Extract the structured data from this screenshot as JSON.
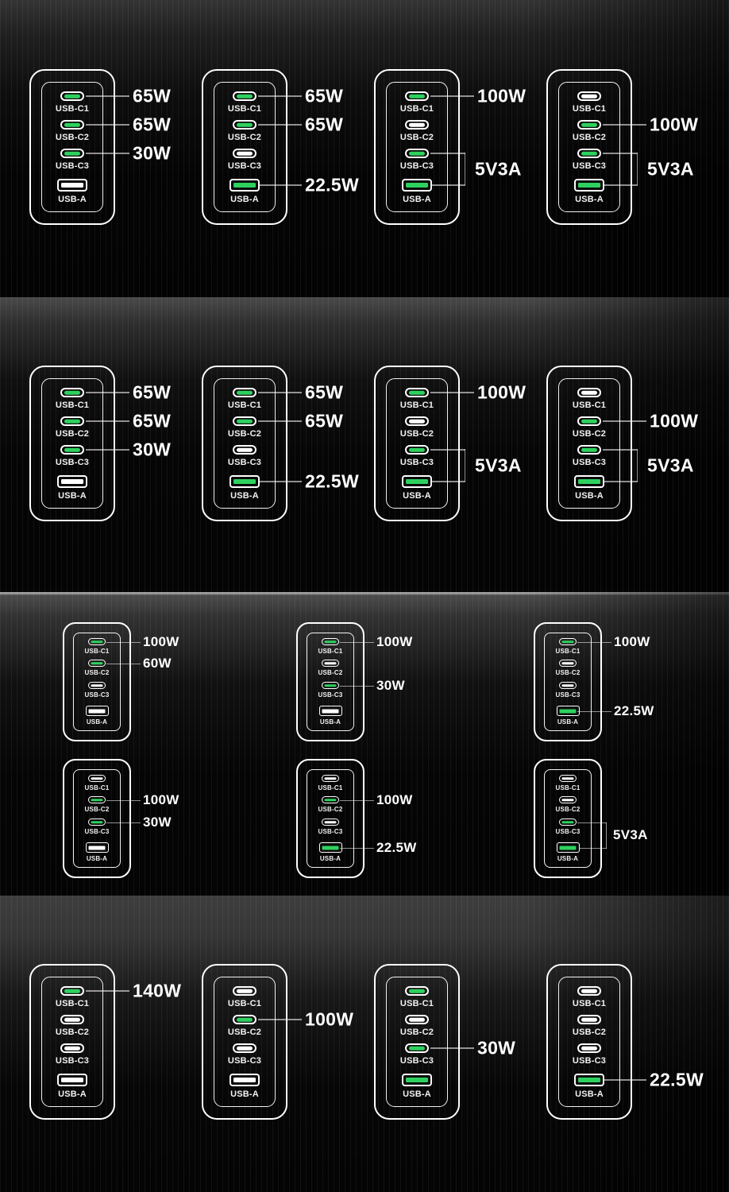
{
  "colors": {
    "active_green": "#2ed15e",
    "port_white": "#ffffff"
  },
  "sections": [
    {
      "name": "section-1",
      "chargers": [
        {
          "slot": "a",
          "size": "large",
          "bracket": null,
          "ports": [
            {
              "label": "USB-C1",
              "kind": "usb-c",
              "active": true,
              "watt": "65W"
            },
            {
              "label": "USB-C2",
              "kind": "usb-c",
              "active": true,
              "watt": "65W"
            },
            {
              "label": "USB-C3",
              "kind": "usb-c",
              "active": true,
              "watt": "30W"
            },
            {
              "label": "USB-A",
              "kind": "usb-a",
              "active": false,
              "watt": null
            }
          ]
        },
        {
          "slot": "b",
          "size": "large",
          "bracket": null,
          "ports": [
            {
              "label": "USB-C1",
              "kind": "usb-c",
              "active": true,
              "watt": "65W"
            },
            {
              "label": "USB-C2",
              "kind": "usb-c",
              "active": true,
              "watt": "65W"
            },
            {
              "label": "USB-C3",
              "kind": "usb-c",
              "active": false,
              "watt": null
            },
            {
              "label": "USB-A",
              "kind": "usb-a",
              "active": true,
              "watt": "22.5W"
            }
          ]
        },
        {
          "slot": "c",
          "size": "large",
          "bracket": {
            "watt": "5V3A",
            "from": 2,
            "to": 3
          },
          "ports": [
            {
              "label": "USB-C1",
              "kind": "usb-c",
              "active": true,
              "watt": "100W"
            },
            {
              "label": "USB-C2",
              "kind": "usb-c",
              "active": false,
              "watt": null
            },
            {
              "label": "USB-C3",
              "kind": "usb-c",
              "active": true,
              "watt": null
            },
            {
              "label": "USB-A",
              "kind": "usb-a",
              "active": true,
              "watt": null
            }
          ]
        },
        {
          "slot": "d",
          "size": "large",
          "bracket": {
            "watt": "5V3A",
            "from": 2,
            "to": 3
          },
          "ports": [
            {
              "label": "USB-C1",
              "kind": "usb-c",
              "active": false,
              "watt": null
            },
            {
              "label": "USB-C2",
              "kind": "usb-c",
              "active": true,
              "watt": "100W"
            },
            {
              "label": "USB-C3",
              "kind": "usb-c",
              "active": true,
              "watt": null
            },
            {
              "label": "USB-A",
              "kind": "usb-a",
              "active": true,
              "watt": null
            }
          ]
        }
      ]
    },
    {
      "name": "section-2",
      "chargers": [
        {
          "slot": "a",
          "size": "large",
          "bracket": null,
          "ports": [
            {
              "label": "USB-C1",
              "kind": "usb-c",
              "active": true,
              "watt": "65W"
            },
            {
              "label": "USB-C2",
              "kind": "usb-c",
              "active": true,
              "watt": "65W"
            },
            {
              "label": "USB-C3",
              "kind": "usb-c",
              "active": true,
              "watt": "30W"
            },
            {
              "label": "USB-A",
              "kind": "usb-a",
              "active": false,
              "watt": null
            }
          ]
        },
        {
          "slot": "b",
          "size": "large",
          "bracket": null,
          "ports": [
            {
              "label": "USB-C1",
              "kind": "usb-c",
              "active": true,
              "watt": "65W"
            },
            {
              "label": "USB-C2",
              "kind": "usb-c",
              "active": true,
              "watt": "65W"
            },
            {
              "label": "USB-C3",
              "kind": "usb-c",
              "active": false,
              "watt": null
            },
            {
              "label": "USB-A",
              "kind": "usb-a",
              "active": true,
              "watt": "22.5W"
            }
          ]
        },
        {
          "slot": "c",
          "size": "large",
          "bracket": {
            "watt": "5V3A",
            "from": 2,
            "to": 3
          },
          "ports": [
            {
              "label": "USB-C1",
              "kind": "usb-c",
              "active": true,
              "watt": "100W"
            },
            {
              "label": "USB-C2",
              "kind": "usb-c",
              "active": false,
              "watt": null
            },
            {
              "label": "USB-C3",
              "kind": "usb-c",
              "active": true,
              "watt": null
            },
            {
              "label": "USB-A",
              "kind": "usb-a",
              "active": true,
              "watt": null
            }
          ]
        },
        {
          "slot": "d",
          "size": "large",
          "bracket": {
            "watt": "5V3A",
            "from": 2,
            "to": 3
          },
          "ports": [
            {
              "label": "USB-C1",
              "kind": "usb-c",
              "active": false,
              "watt": null
            },
            {
              "label": "USB-C2",
              "kind": "usb-c",
              "active": true,
              "watt": "100W"
            },
            {
              "label": "USB-C3",
              "kind": "usb-c",
              "active": true,
              "watt": null
            },
            {
              "label": "USB-A",
              "kind": "usb-a",
              "active": true,
              "watt": null
            }
          ]
        }
      ]
    },
    {
      "name": "section-3",
      "chargers": [
        {
          "slot": "a",
          "size": "small",
          "bracket": null,
          "ports": [
            {
              "label": "USB-C1",
              "kind": "usb-c",
              "active": true,
              "watt": "100W"
            },
            {
              "label": "USB-C2",
              "kind": "usb-c",
              "active": true,
              "watt": "60W"
            },
            {
              "label": "USB-C3",
              "kind": "usb-c",
              "active": false,
              "watt": null
            },
            {
              "label": "USB-A",
              "kind": "usb-a",
              "active": false,
              "watt": null
            }
          ]
        },
        {
          "slot": "b",
          "size": "small",
          "bracket": null,
          "ports": [
            {
              "label": "USB-C1",
              "kind": "usb-c",
              "active": true,
              "watt": "100W"
            },
            {
              "label": "USB-C2",
              "kind": "usb-c",
              "active": false,
              "watt": null
            },
            {
              "label": "USB-C3",
              "kind": "usb-c",
              "active": true,
              "watt": "30W"
            },
            {
              "label": "USB-A",
              "kind": "usb-a",
              "active": false,
              "watt": null
            }
          ]
        },
        {
          "slot": "c",
          "size": "small",
          "bracket": null,
          "ports": [
            {
              "label": "USB-C1",
              "kind": "usb-c",
              "active": true,
              "watt": "100W"
            },
            {
              "label": "USB-C2",
              "kind": "usb-c",
              "active": false,
              "watt": null
            },
            {
              "label": "USB-C3",
              "kind": "usb-c",
              "active": false,
              "watt": null
            },
            {
              "label": "USB-A",
              "kind": "usb-a",
              "active": true,
              "watt": "22.5W"
            }
          ]
        },
        {
          "slot": "d",
          "size": "small",
          "bracket": null,
          "ports": [
            {
              "label": "USB-C1",
              "kind": "usb-c",
              "active": false,
              "watt": null
            },
            {
              "label": "USB-C2",
              "kind": "usb-c",
              "active": true,
              "watt": "100W"
            },
            {
              "label": "USB-C3",
              "kind": "usb-c",
              "active": true,
              "watt": "30W"
            },
            {
              "label": "USB-A",
              "kind": "usb-a",
              "active": false,
              "watt": null
            }
          ]
        },
        {
          "slot": "e",
          "size": "small",
          "bracket": null,
          "ports": [
            {
              "label": "USB-C1",
              "kind": "usb-c",
              "active": false,
              "watt": null
            },
            {
              "label": "USB-C2",
              "kind": "usb-c",
              "active": true,
              "watt": "100W"
            },
            {
              "label": "USB-C3",
              "kind": "usb-c",
              "active": false,
              "watt": null
            },
            {
              "label": "USB-A",
              "kind": "usb-a",
              "active": true,
              "watt": "22.5W"
            }
          ]
        },
        {
          "slot": "f",
          "size": "small",
          "bracket": {
            "watt": "5V3A",
            "from": 2,
            "to": 3
          },
          "ports": [
            {
              "label": "USB-C1",
              "kind": "usb-c",
              "active": false,
              "watt": null
            },
            {
              "label": "USB-C2",
              "kind": "usb-c",
              "active": false,
              "watt": null
            },
            {
              "label": "USB-C3",
              "kind": "usb-c",
              "active": true,
              "watt": null
            },
            {
              "label": "USB-A",
              "kind": "usb-a",
              "active": true,
              "watt": null
            }
          ]
        }
      ]
    },
    {
      "name": "section-4",
      "chargers": [
        {
          "slot": "a",
          "size": "large",
          "bracket": null,
          "ports": [
            {
              "label": "USB-C1",
              "kind": "usb-c",
              "active": true,
              "watt": "140W"
            },
            {
              "label": "USB-C2",
              "kind": "usb-c",
              "active": false,
              "watt": null
            },
            {
              "label": "USB-C3",
              "kind": "usb-c",
              "active": false,
              "watt": null
            },
            {
              "label": "USB-A",
              "kind": "usb-a",
              "active": false,
              "watt": null
            }
          ]
        },
        {
          "slot": "b",
          "size": "large",
          "bracket": null,
          "ports": [
            {
              "label": "USB-C1",
              "kind": "usb-c",
              "active": false,
              "watt": null
            },
            {
              "label": "USB-C2",
              "kind": "usb-c",
              "active": true,
              "watt": "100W"
            },
            {
              "label": "USB-C3",
              "kind": "usb-c",
              "active": false,
              "watt": null
            },
            {
              "label": "USB-A",
              "kind": "usb-a",
              "active": false,
              "watt": null
            }
          ]
        },
        {
          "slot": "c",
          "size": "large",
          "bracket": null,
          "ports": [
            {
              "label": "USB-C1",
              "kind": "usb-c",
              "active": true,
              "watt": null
            },
            {
              "label": "USB-C2",
              "kind": "usb-c",
              "active": false,
              "watt": null
            },
            {
              "label": "USB-C3",
              "kind": "usb-c",
              "active": true,
              "watt": "30W"
            },
            {
              "label": "USB-A",
              "kind": "usb-a",
              "active": true,
              "watt": null
            }
          ]
        },
        {
          "slot": "d",
          "size": "large",
          "bracket": null,
          "ports": [
            {
              "label": "USB-C1",
              "kind": "usb-c",
              "active": false,
              "watt": null
            },
            {
              "label": "USB-C2",
              "kind": "usb-c",
              "active": false,
              "watt": null
            },
            {
              "label": "USB-C3",
              "kind": "usb-c",
              "active": false,
              "watt": null
            },
            {
              "label": "USB-A",
              "kind": "usb-a",
              "active": true,
              "watt": "22.5W"
            }
          ]
        }
      ]
    }
  ]
}
